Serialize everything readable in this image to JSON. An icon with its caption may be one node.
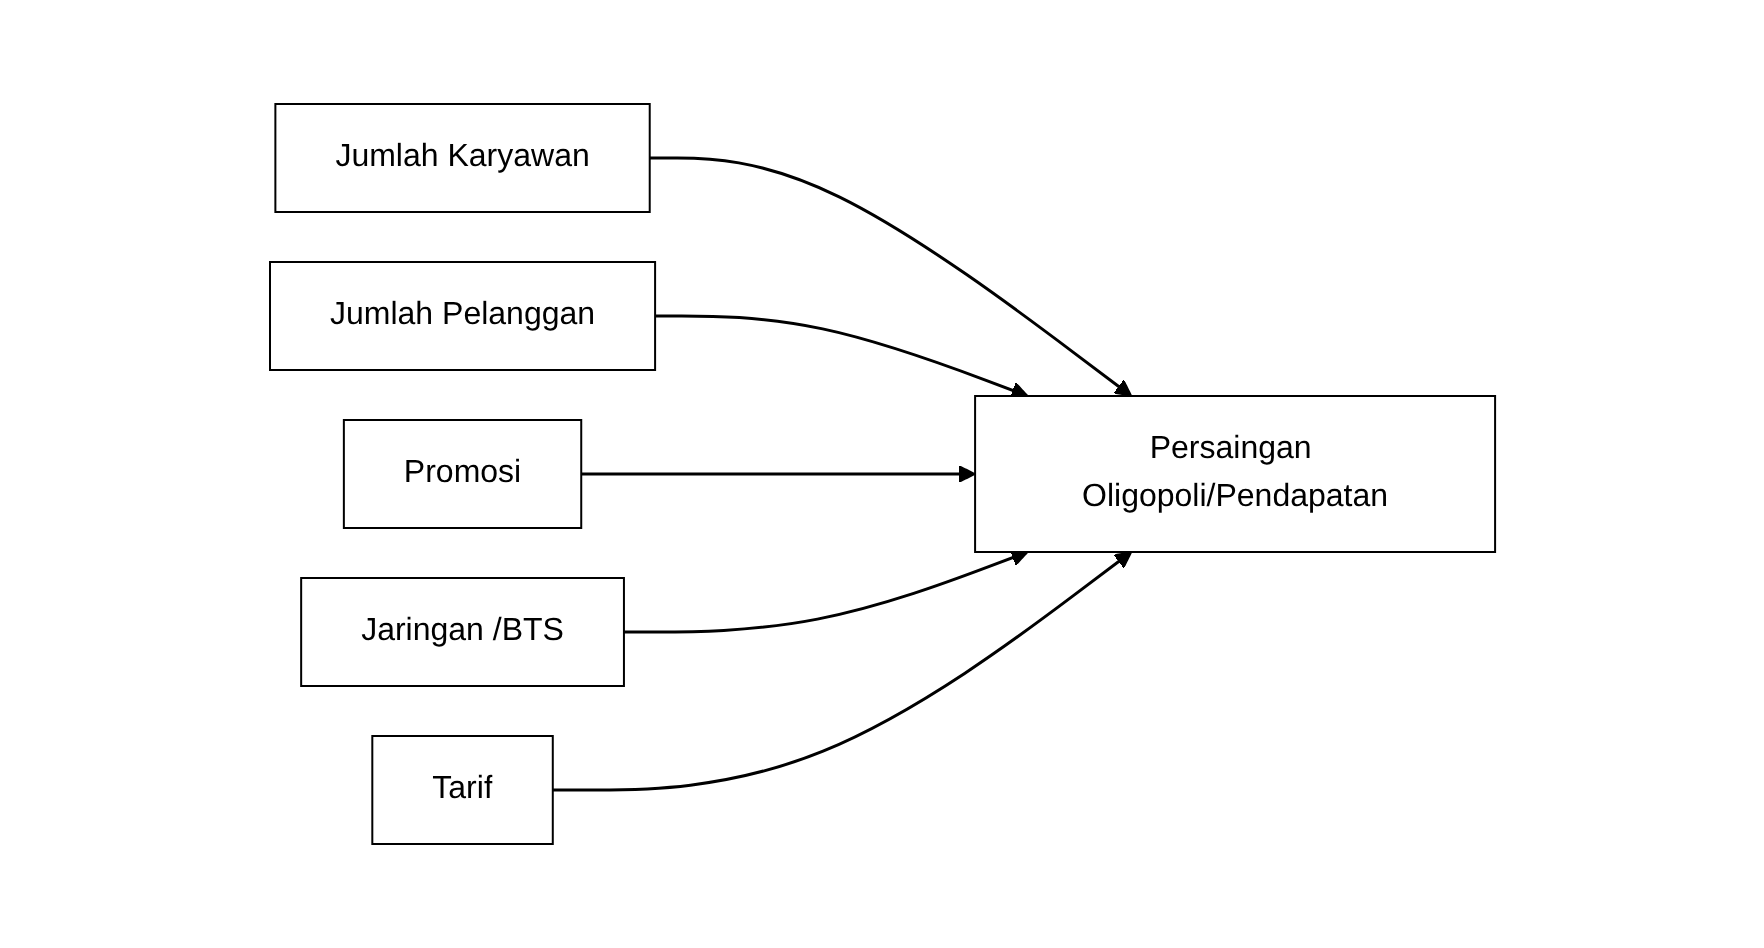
{
  "diagram": {
    "nodes": [
      {
        "text": [
          "Jumlah Karyawan"
        ]
      },
      {
        "text": [
          "Jumlah Pelanggan"
        ]
      },
      {
        "text": [
          "Promosi"
        ]
      },
      {
        "text": [
          "Jaringan /BTS"
        ]
      },
      {
        "text": [
          "Tarif"
        ]
      },
      {
        "text": [
          "Persaingan Oligopoli/Pendapatan"
        ]
      }
    ],
    "edges": [
      {
        "from": 0,
        "to": 5,
        "arrow": "to"
      },
      {
        "from": 1,
        "to": 5,
        "arrow": "to"
      },
      {
        "from": 2,
        "to": 5,
        "arrow": "to"
      },
      {
        "from": 3,
        "to": 5,
        "arrow": "to"
      },
      {
        "from": 4,
        "to": 5,
        "arrow": "to"
      }
    ]
  }
}
